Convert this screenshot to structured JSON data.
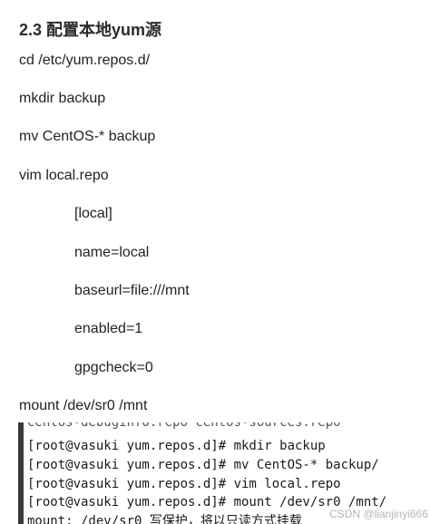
{
  "heading": "2.3 配置本地yum源",
  "steps": [
    "cd /etc/yum.repos.d/",
    "mkdir backup",
    "mv CentOS-* backup",
    "vim local.repo",
    "[local]",
    "name=local",
    "baseurl=file:///mnt",
    "enabled=1",
    "gpgcheck=0",
    "mount /dev/sr0 /mnt"
  ],
  "terminal": {
    "cut_line": "centos-debuginfo.repo  centos-sources.repo",
    "lines": [
      "[root@vasuki yum.repos.d]# mkdir backup",
      "[root@vasuki yum.repos.d]# mv CentOS-* backup/",
      "[root@vasuki yum.repos.d]# vim local.repo",
      "[root@vasuki yum.repos.d]# mount /dev/sr0 /mnt/",
      "mount: /dev/sr0 写保护，将以只读方式挂载"
    ]
  },
  "watermark": "CSDN @lianjinyi666"
}
